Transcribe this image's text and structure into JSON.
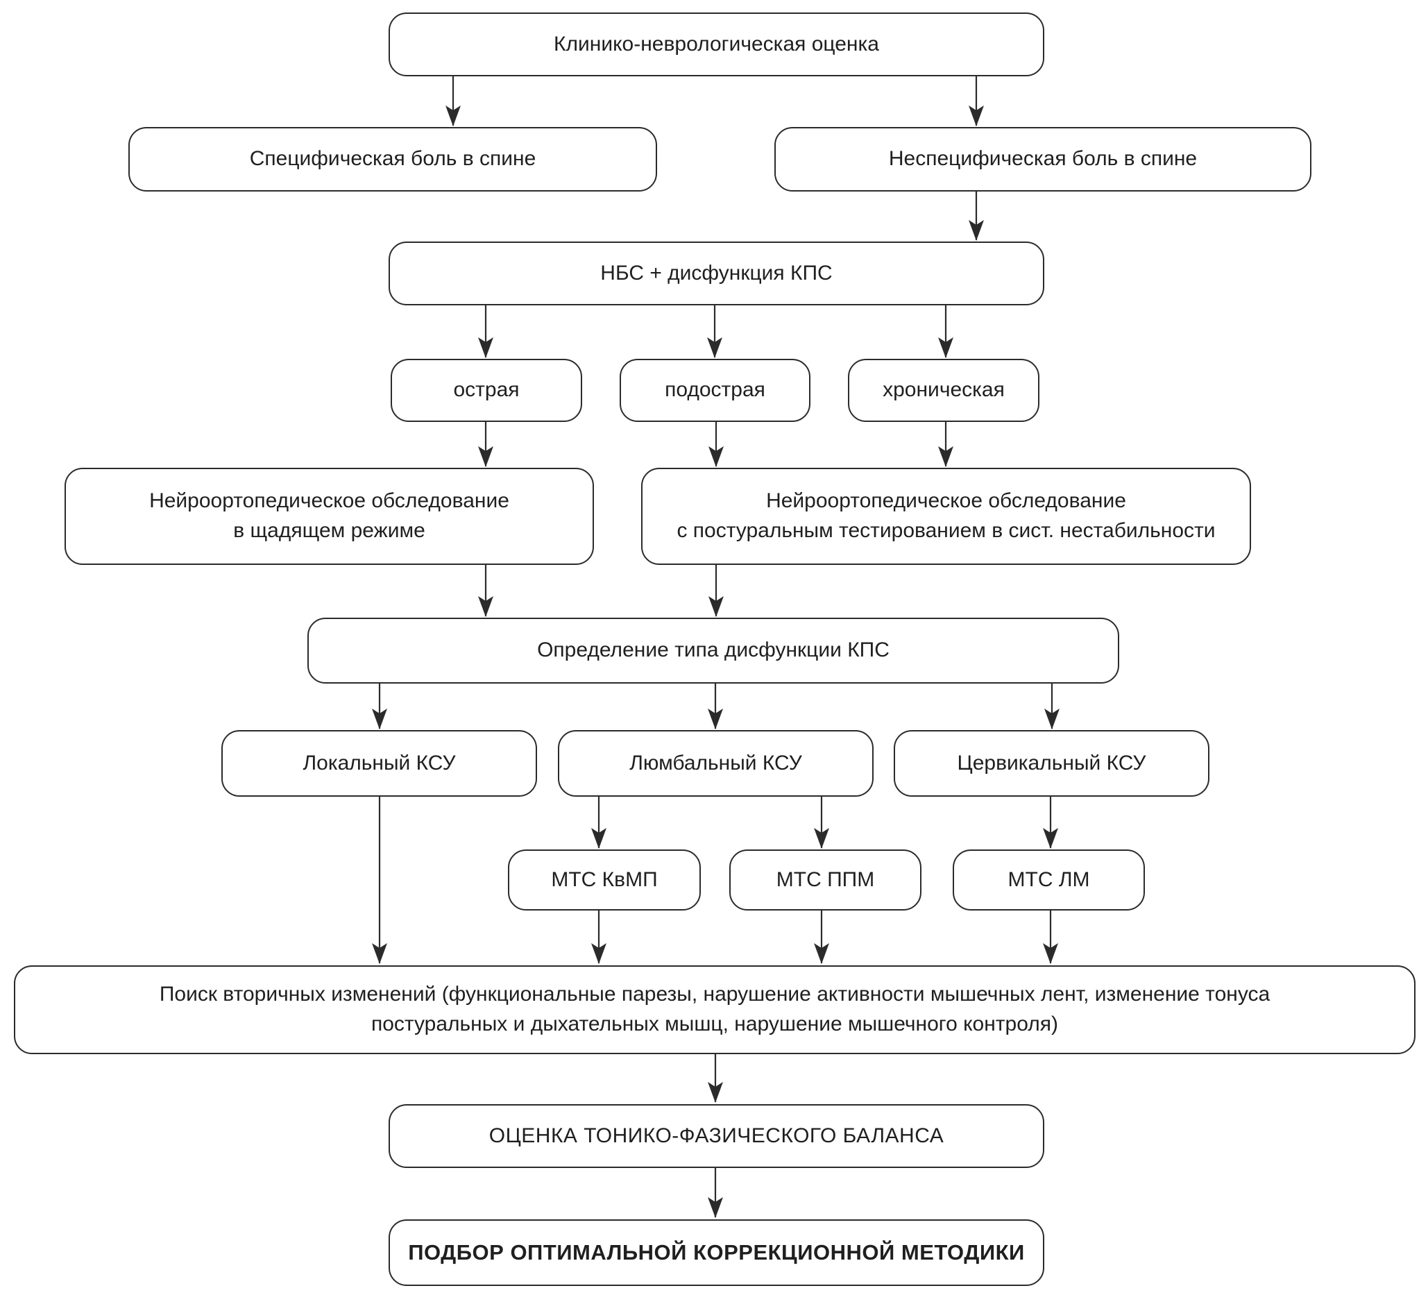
{
  "diagram": {
    "colors": {
      "border": "#2b2b2b",
      "text": "#1f1f1f",
      "background": "#ffffff"
    },
    "nodes": {
      "clinical": {
        "label": "Клинико-неврологическая оценка"
      },
      "specific": {
        "label": "Специфическая боль в спине"
      },
      "nonspecific": {
        "label": "Неспецифическая боль в спине"
      },
      "nbs": {
        "label": "НБС + дисфункция КПС"
      },
      "acute": {
        "label": "острая"
      },
      "subacute": {
        "label": "подострая"
      },
      "chronic": {
        "label": "хроническая"
      },
      "neuro_gentle": {
        "label": "Нейроортопедическое обследование\nв щадящем режиме"
      },
      "neuro_postural": {
        "label": "Нейроортопедическое обследование\nс постуральным тестированием в сист. нестабильности"
      },
      "dysfunction_type": {
        "label": "Определение типа дисфункции КПС"
      },
      "local_ksu": {
        "label": "Локальный КСУ"
      },
      "lumbar_ksu": {
        "label": "Люмбальный КСУ"
      },
      "cervical_ksu": {
        "label": "Цервикальный КСУ"
      },
      "mts_kvmp": {
        "label": "МТС КвМП"
      },
      "mts_ppm": {
        "label": "МТС ППМ"
      },
      "mts_lm": {
        "label": "МТС ЛМ"
      },
      "secondary_search": {
        "label": "Поиск вторичных изменений (функциональные парезы, нарушение активности мышечных лент, изменение тонуса\nпостуральных и дыхательных мышц, нарушение мышечного контроля)"
      },
      "balance": {
        "label": "ОЦЕНКА ТОНИКО-ФАЗИЧЕСКОГО БАЛАНСА"
      },
      "method": {
        "label": "ПОДБОР ОПТИМАЛЬНОЙ КОРРЕКЦИОННОЙ МЕТОДИКИ"
      }
    }
  }
}
